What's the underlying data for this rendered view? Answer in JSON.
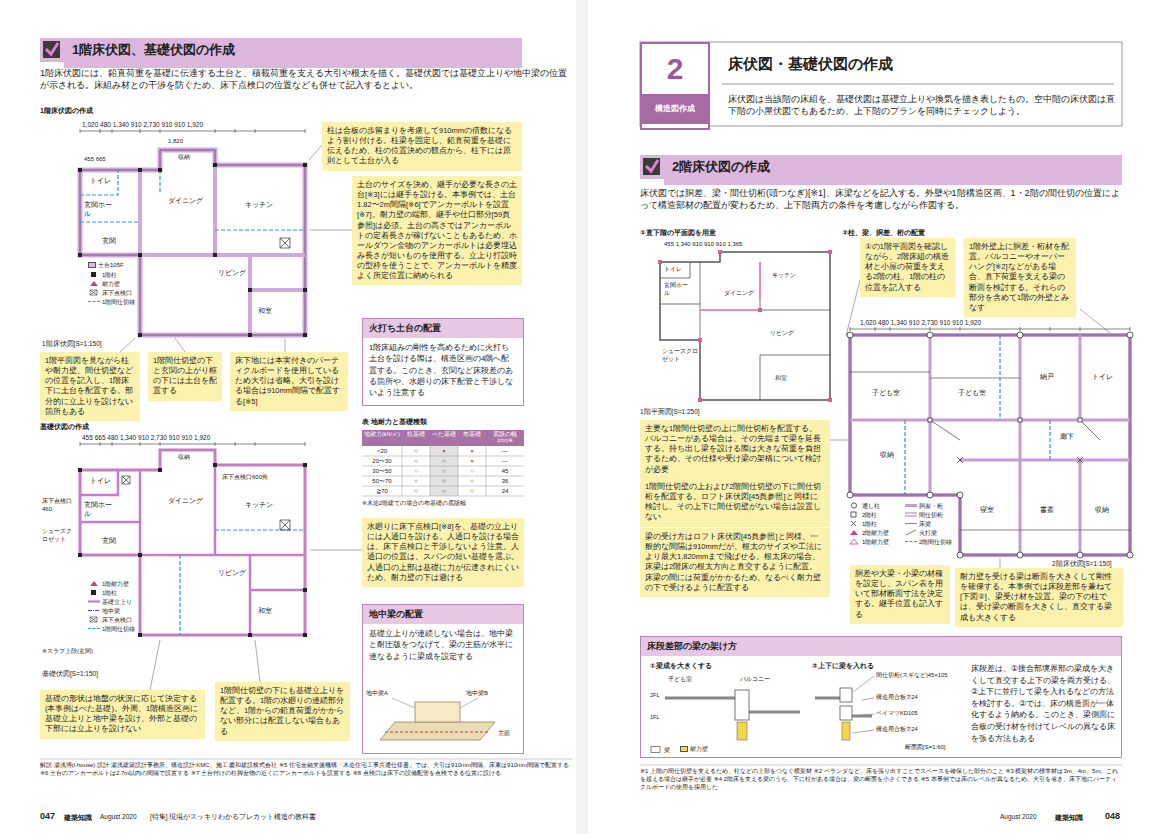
{
  "diagram": {
    "nodes": [
      {
        "text": [
          "1階床伏図、基礎伏図の作成"
        ]
      },
      {
        "text": [
          "柱は合板の歩留まりを考慮して910mmの倍数になるよう割り付ける。柱梁を固定し、鉛直荷重を基礎に伝えるため、柱の位置決めの観点から、柱下には原則として土台が入る"
        ]
      },
      {
        "text": [
          "土台のサイズを決め、継手が必要な長さの土台[※3]には継手を設ける。本事例では、土台1.82〜2m間隔[※6]でアンカーボルトを設置[※7]。耐力壁の端部、継手や仕口部分[59頁参照]は必須。土台の高さではアンカーボルトの定着長さが稼げないこともあるため、ホールダウン金物のアンカーボルトは必要埋込み長さが短いものを使用する。立上り打設時の型枠を使うことで、アンカーボルトを精度よく所定位置に納められる"
        ]
      },
      {
        "text": [
          "1階平面図を見ながら柱や耐力壁、間仕切壁などの位置を記入し、1階床下に土台を配置する。部分的に立上りを設けない箇所もある"
        ]
      },
      {
        "text": [
          "1階間仕切壁の下と玄関の上がり框の下には土台を配置する"
        ]
      },
      {
        "text": [
          "床下地には本実付きのパーティクルボードを使用しているため大引は省略。大引を設ける場合は910mm間隔で配置する[※5]"
        ]
      },
      {
        "text": [
          "火打ち土台の配置",
          "1階床組みの剛性を高めるために火打ち土台を設ける際は、構造区画の4隅へ配置する。このとき、玄関など床段差のある箇所や、水廻りの床下配管と干渉しないよう注意する"
        ]
      },
      {
        "text": [
          "水廻りに床下点検口[※8]を、基礎の立上りには人通口を設ける。人通口を設ける場合は、床下点検口と干渉しないよう注意。人通口の位置は、スパンの短い基礎を選ぶ。人通口の上部は基礎に力が伝達されにくいため、耐力壁の下は避ける"
        ]
      },
      {
        "text": [
          "基礎の形状は地盤の状況に応じて決定する(本事例はべた基礎)。外周、1階構造区画に基礎立上りと地中梁を設け、外部と基礎の下部には立上りを設けない"
        ]
      },
      {
        "text": [
          "1階間仕切壁の下にも基礎立上りを配置する。1階の水廻りの連続部分など、1階からの鉛直荷重がかからない部分には配置しない場合もある"
        ]
      },
      {
        "text": [
          "地中梁の配置",
          "基礎立上りが連続しない場合は、地中梁と耐圧版をつなげて、梁の主筋が水平に連なるように梁成を設定する"
        ]
      },
      {
        "text": [
          "2",
          "構造図作成"
        ]
      },
      {
        "text": [
          "2階床伏図の作成"
        ]
      },
      {
        "text": [
          "①の1階平面図を確認しながら、2階床組の構造材と小屋の荷重を支える2階の柱、1階の柱の位置を記入する"
        ]
      },
      {
        "text": [
          "1階外壁上に胴差・桁材を配置。バルコニーやオーバーハング[※2]などがある場合、直下荷重を支える梁の断面を検討する。それらの部分を含めて1階の外壁とみなす"
        ]
      },
      {
        "text": [
          "主要な1階間仕切壁の上に間仕切桁を配置する。バルコニーがある場合は、その先端まで梁を延長する。持ち出し梁を設ける際は大きな荷重を負担するため、その仕様や受け梁の架構について検討が必要"
        ]
      },
      {
        "text": [
          "1階間仕切壁の上および2階間仕切壁の下に間仕切桁を配置する。ロフト床伏図[45頁参照]と同様に検討し、その上下に間仕切壁がない場合は設置しない"
        ]
      },
      {
        "text": [
          "梁の受け方はロフト床伏図[45頁参照]と同様、一般的な間隔は910mmだが、根太のサイズや工法により最大1,820mmまで飛ばせる。根太床の場合、床梁は2階床の根太方向と直交するように配置。床梁の間には荷重がかかるため、なるべく耐力壁の下で受けるように配置する"
        ]
      },
      {
        "text": [
          "胴差や大梁・小梁の材種を設定し、スパン表を用いて部材断面寸法を決定する。継手位置も記入する"
        ]
      },
      {
        "text": [
          "耐力壁を受ける梁は断面を大きくして剛性を確保する。本事例では床段差部を兼ねて[下図②]、梁受け材を設置。梁の下の柱では、受け梁の断面を大きくし、直交する梁成も大きくする"
        ]
      },
      {
        "text": [
          "床段差部の梁の架け方",
          "床段差は、①接合部境界部の梁成を大きくして直交する上下の梁を両方受ける、②上下に並行して梁を入れるなどの方法を検討する。②では、床の構造面が一体化するよう納める。このとき、梁側面に合板の受け材を付けてレベルの異なる床を張る方法もある"
        ]
      }
    ],
    "labels": [
      "1階床伏図には、鉛直荷重を基礎に伝達する土台と、積載荷重を支える大引や根太を描く。基礎伏図では基礎立上りや地中梁の位置が示される。床組み材との干渉を防ぐため、床下点検口の位置なども併せて記入するとよい。",
      "1階床伏図の作成",
      "1,020 480 1,340 910 2,730 910 910 1,920",
      "455 665",
      "1,820",
      "トイレ",
      "玄関ホール",
      "玄関",
      "収納",
      "ダイニング",
      "キッチン",
      "リビング",
      "和室",
      "1階床伏図[S=1:150]",
      "表 地耐力と基礎種類",
      "地耐力(kN/㎡)",
      "杭基礎",
      "べた基礎",
      "布基礎",
      "底版の幅(cm)※",
      "<20",
      "○",
      "×",
      "×",
      "—",
      "20〜30",
      "○",
      "○",
      "×",
      "—",
      "30〜50",
      "○",
      "○",
      "○",
      "45",
      "50〜70",
      "○",
      "○",
      "○",
      "36",
      "≧70",
      "○",
      "○",
      "○",
      "24",
      "※木造2階建ての場合の布基礎の底版幅",
      "基礎伏図の作成",
      "455 665 480 1,340 910 2,730 910 910 1,920",
      "収納",
      "トイレ",
      "玄関ホール",
      "玄関",
      "ダイニング",
      "床下点検口600角",
      "キッチン",
      "リビング",
      "和室",
      "床下点検口460",
      "シューズクロゼット",
      "※スラブ上段(玄関)",
      "基礎伏図[S=1:150]",
      "地中梁A",
      "地中梁B",
      "主筋",
      "解説:湯浅博(i-house) 設計:湯浅建築設計事務所、構造設計:KMC、施工:慶和建設株式会社 ※5 住宅金融支援機構「木造住宅工事共通仕様書」では、大引は910mm間隔、床束は910mm間隔で配置する ※6 土台のアンカーボルトは2.7m以内の間隔で設置する ※7 土台付けの柱脚金物の近くにアンカーボルトを設置する ※8 点検口は床下の設備配管を点検できる位置に設ける",
      "047",
      "建築知識",
      "August 2020",
      "[特集] 現場がスッキリわかるプレカット構造の教科書",
      "床伏図・基礎伏図の作成",
      "床伏図は当該階の床組を、基礎伏図は基礎立上りや換気を描き表したもの。空中階の床伏図は直下階の小屋伏図でもあるため、上下階のプランを同時にチェックしよう。",
      "床伏図では胴差、梁・間仕切桁(頭つなぎ)[※1]、床梁などを記入する。外壁や1階構造区画、1・2階の間仕切の位置によって構造部材の配置が変わるため、上下階両方の条件を考慮しながら作図する。",
      "①直下階の平面図を用意",
      "②柱、梁、胴差、桁の配置",
      "455 1,340 910 910 910 1,365",
      "トイレ",
      "玄関ホール",
      "ダイニング",
      "キッチン",
      "リビング",
      "和室",
      "シューズクロゼット",
      "1階平面図[S=1:250]",
      "1,020 480 1,340 910 2,730 910 910 1,920",
      "子ども室",
      "子ども室",
      "納戸",
      "トイレ",
      "廊下",
      "収納",
      "寝室",
      "書斎",
      "収納",
      "2階床伏図[S=1:150]",
      "①梁成を大きくする",
      "②上下に梁を入れる",
      "子ども室",
      "バルコニー",
      "2FL",
      "1FL",
      "間仕切桁(スギなど)45×105",
      "構造用合板⑦24",
      "ベイマツKD105",
      "構造用合板⑦24",
      "断面図[S=1:60]",
      "※1 上階の間仕切壁を支えるため、柱などの上部をつなぐ横架材 ※2 ベランダなど、床を張り出すことでスペースを確保した部分のこと ※3 横架材の標準材は3m、4m、5m。これを超える場合は継手が必要 ※4 2階床を支える梁のうち、下に柱がある場合は、梁の断面を小さくできる ※5 本事例では床のレベルが異なるため、大引を省き、床下地にパーティクルボードの使用を採用した",
      "August 2020",
      "建築知識",
      "048"
    ],
    "legend": [
      {
        "text": "土台105F",
        "color": "#d9b8e4"
      },
      {
        "text": "1階柱"
      },
      {
        "text": "耐力壁"
      },
      {
        "text": "床下点検口"
      },
      {
        "text": "1階間仕切線"
      },
      {
        "text": "1階耐力壁"
      },
      {
        "text": "1階柱"
      },
      {
        "text": "基礎立上り"
      },
      {
        "text": "地中梁"
      },
      {
        "text": "床下点検口"
      },
      {
        "text": "1階間仕切線"
      },
      {
        "text": "通し柱"
      },
      {
        "text": "2階柱"
      },
      {
        "text": "1階柱"
      },
      {
        "text": "2階耐力壁"
      },
      {
        "text": "1階耐力壁"
      },
      {
        "text": "胴差・桁"
      },
      {
        "text": "間仕切桁"
      },
      {
        "text": "床梁"
      },
      {
        "text": "火打梁"
      },
      {
        "text": "2階間仕切線"
      },
      {
        "text": "梁"
      },
      {
        "text": "耐力壁",
        "color": "#f4d84a"
      }
    ]
  }
}
